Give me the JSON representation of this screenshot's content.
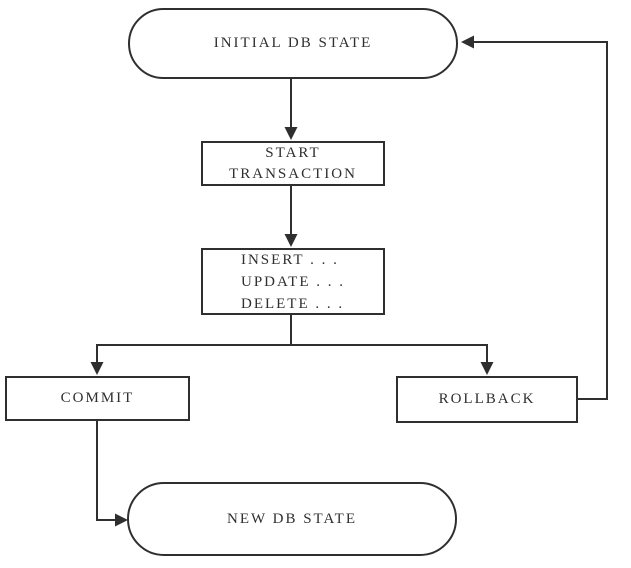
{
  "diagram": {
    "description": "Database transaction state flowchart",
    "colors": {
      "ink": "#2f2f2f",
      "background": "#ffffff"
    },
    "nodes": {
      "initial": {
        "label": "INITIAL DB STATE",
        "shape": "stadium"
      },
      "start": {
        "label": "START\nTRANSACTION",
        "shape": "rectangle"
      },
      "dml": {
        "label": "INSERT . . .\nUPDATE . . .\nDELETE . . .",
        "shape": "rectangle"
      },
      "commit": {
        "label": "COMMIT",
        "shape": "rectangle"
      },
      "rollback": {
        "label": "ROLLBACK",
        "shape": "rectangle"
      },
      "new": {
        "label": "NEW DB STATE",
        "shape": "stadium"
      }
    },
    "edges": [
      {
        "from": "initial",
        "to": "start"
      },
      {
        "from": "start",
        "to": "dml"
      },
      {
        "from": "dml",
        "to": "commit"
      },
      {
        "from": "dml",
        "to": "rollback"
      },
      {
        "from": "commit",
        "to": "new"
      },
      {
        "from": "rollback",
        "to": "initial"
      }
    ]
  }
}
